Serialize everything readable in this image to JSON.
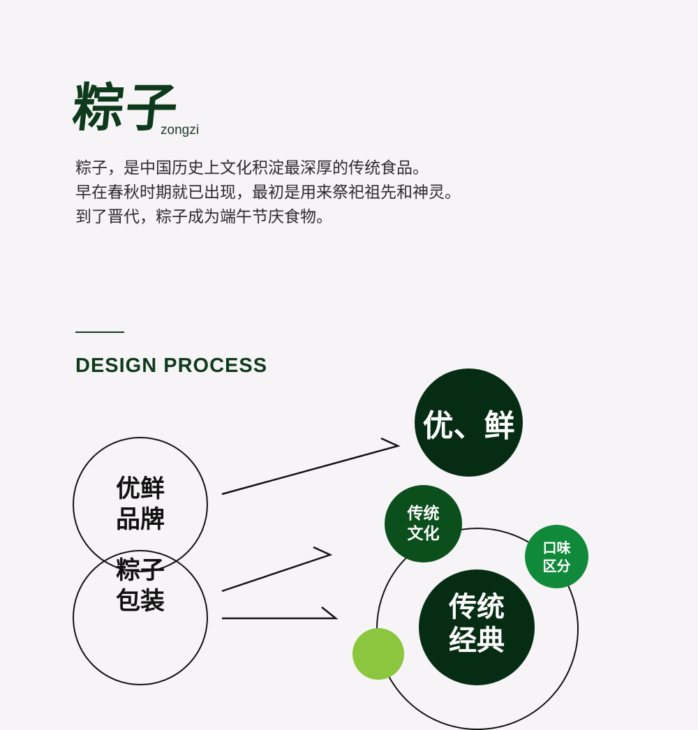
{
  "header": {
    "title_cn": "粽子",
    "title_en": "zongzi"
  },
  "intro": {
    "lines": [
      "粽子，是中国历史上文化积淀最深厚的传统食品。",
      "早在春秋时期就已出现，最初是用来祭祀祖先和神灵。",
      "到了晋代，粽子成为端午节庆食物。"
    ]
  },
  "section": {
    "title": "DESIGN  PROCESS"
  },
  "diagram": {
    "ring_top": {
      "line1": "优鲜",
      "line2": "品牌"
    },
    "ring_bottom": {
      "line1": "粽子",
      "line2": "包装"
    },
    "dot_youxian": "优、鲜",
    "dot_culture": {
      "line1": "传统",
      "line2": "文化"
    },
    "dot_taste": {
      "line1": "口味",
      "line2": "区分"
    },
    "dot_classic": {
      "line1": "传统",
      "line2": "经典"
    },
    "colors": {
      "dark_green": "#062d14",
      "mid_green": "#0a4f1c",
      "bright_green": "#108a3a",
      "lime": "#8cc63f"
    }
  }
}
